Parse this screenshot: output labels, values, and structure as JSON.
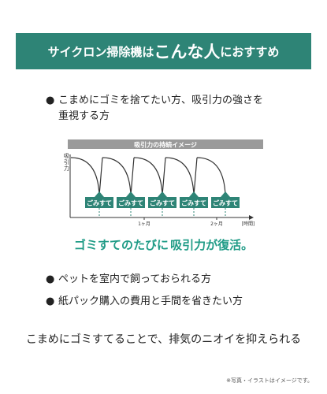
{
  "banner": {
    "part1": "サイクロン掃除機は",
    "part2": "こんな人",
    "part3": "におすすめ"
  },
  "bullets": [
    {
      "line1": "こまめにゴミを捨てたい方、吸引力の強さを",
      "line2": "重視する方"
    },
    {
      "line1": "ペットを室内で飼っておられる方"
    },
    {
      "line1": "紙パック購入の費用と手間を省きたい方"
    }
  ],
  "bullet_glyph": "●",
  "chart_data": {
    "type": "line",
    "title": "吸引力の持続イメージ",
    "ylabel": "吸引力",
    "xlabel": "[時間]",
    "x_ticks": [
      "1ヶ月",
      "2ヶ月"
    ],
    "events_label": "ごみすて",
    "event_count": 5,
    "colors": {
      "curve": "#333333",
      "event": "#2e8476",
      "title_bg": "#9a9a9a",
      "dashed": "#2e8476"
    }
  },
  "recover": {
    "part1": "ゴミすてのたびに",
    "part2": "吸引力が復活。"
  },
  "footer_text": "こまめにゴミすてることで、排気のニオイを抑えられる",
  "note": "※写真・イラストはイメージです。",
  "colors": {
    "accent": "#2e8476",
    "accent_text": "#1f9b86"
  }
}
